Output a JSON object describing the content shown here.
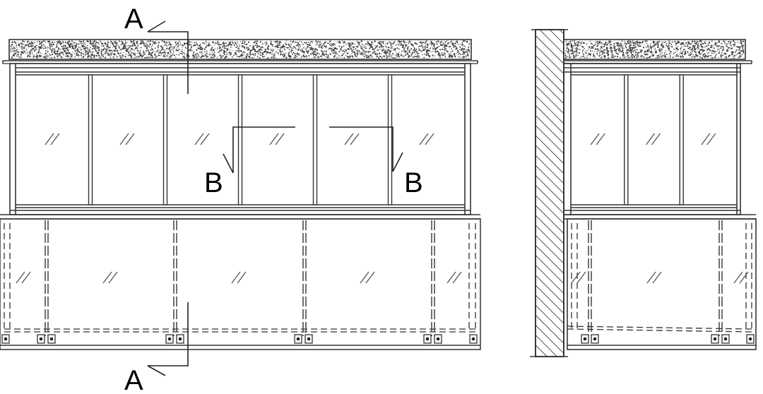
{
  "section_labels": {
    "a_top": "A",
    "a_bottom": "A",
    "b_left": "B",
    "b_right": "B"
  },
  "colors": {
    "line": "#333333",
    "glass_mark": "#555555",
    "speckle": "#444444",
    "background": "#ffffff"
  },
  "front_view": {
    "upper_glazing_panels": 6,
    "lower_railing_panels": 5,
    "railing_posts": 4
  },
  "side_view": {
    "upper_glazing_panels": 3
  }
}
